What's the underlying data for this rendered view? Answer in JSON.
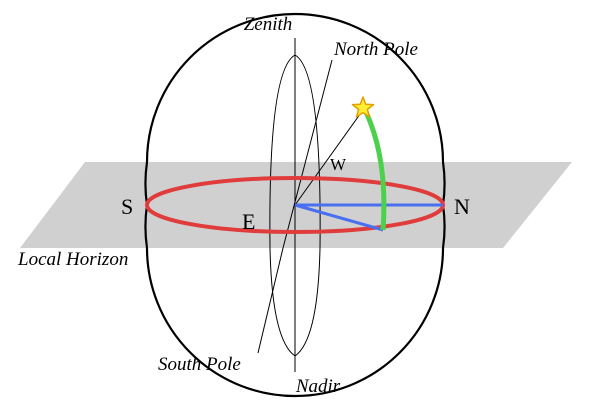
{
  "labels": {
    "zenith": "Zenith",
    "north_pole": "North Pole",
    "south_pole": "South Pole",
    "nadir": "Nadir",
    "local_horizon": "Local Horizon",
    "south": "S",
    "north": "N",
    "east": "E",
    "west": "W"
  },
  "colors": {
    "horizon_plane": "#d0d0d0",
    "horizon_circle": "#e03c3c",
    "altitude_arc": "#4cd14c",
    "azimuth_lines": "#4a6ff0",
    "star_fill": "#ffee33",
    "star_stroke": "#e0a000",
    "outline": "#000000"
  },
  "icons": {
    "star": "star-icon"
  }
}
